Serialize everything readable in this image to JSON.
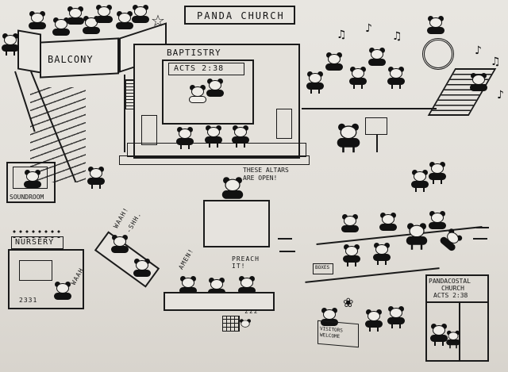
{
  "title": "PANDA CHURCH",
  "areas": {
    "balcony": {
      "label": "BALCONY"
    },
    "baptistry": {
      "label": "BAPTISTRY",
      "sign": "ACTS 2:38"
    },
    "soundroom": {
      "label": "SOUNDROOM"
    },
    "nursery": {
      "label": "NURSERY",
      "speech": "WAAH",
      "crib_label": "2331"
    },
    "pulpit": {
      "speech": "THESE ALTARS ARE OPEN!"
    },
    "pew_back": {
      "speech_1": "WAAH!",
      "speech_2": "-SHH."
    },
    "front_pew": {
      "speech_1": "AMEN!",
      "speech_2": "PREACH IT!",
      "snore": "zzz"
    },
    "offering_box": {
      "label": "BOXES"
    },
    "visitors": {
      "label": "VISITORS WELCOME"
    },
    "door": {
      "sign_line_1": "PANDACOSTAL",
      "sign_line_2": "CHURCH",
      "sign_line_3": "ACTS 2:38"
    },
    "choir": {
      "notes": [
        "♫",
        "♪",
        "♫",
        "♪",
        "♫",
        "♪"
      ]
    }
  },
  "colors": {
    "paper": "#e6e3de",
    "ink": "#161616"
  }
}
